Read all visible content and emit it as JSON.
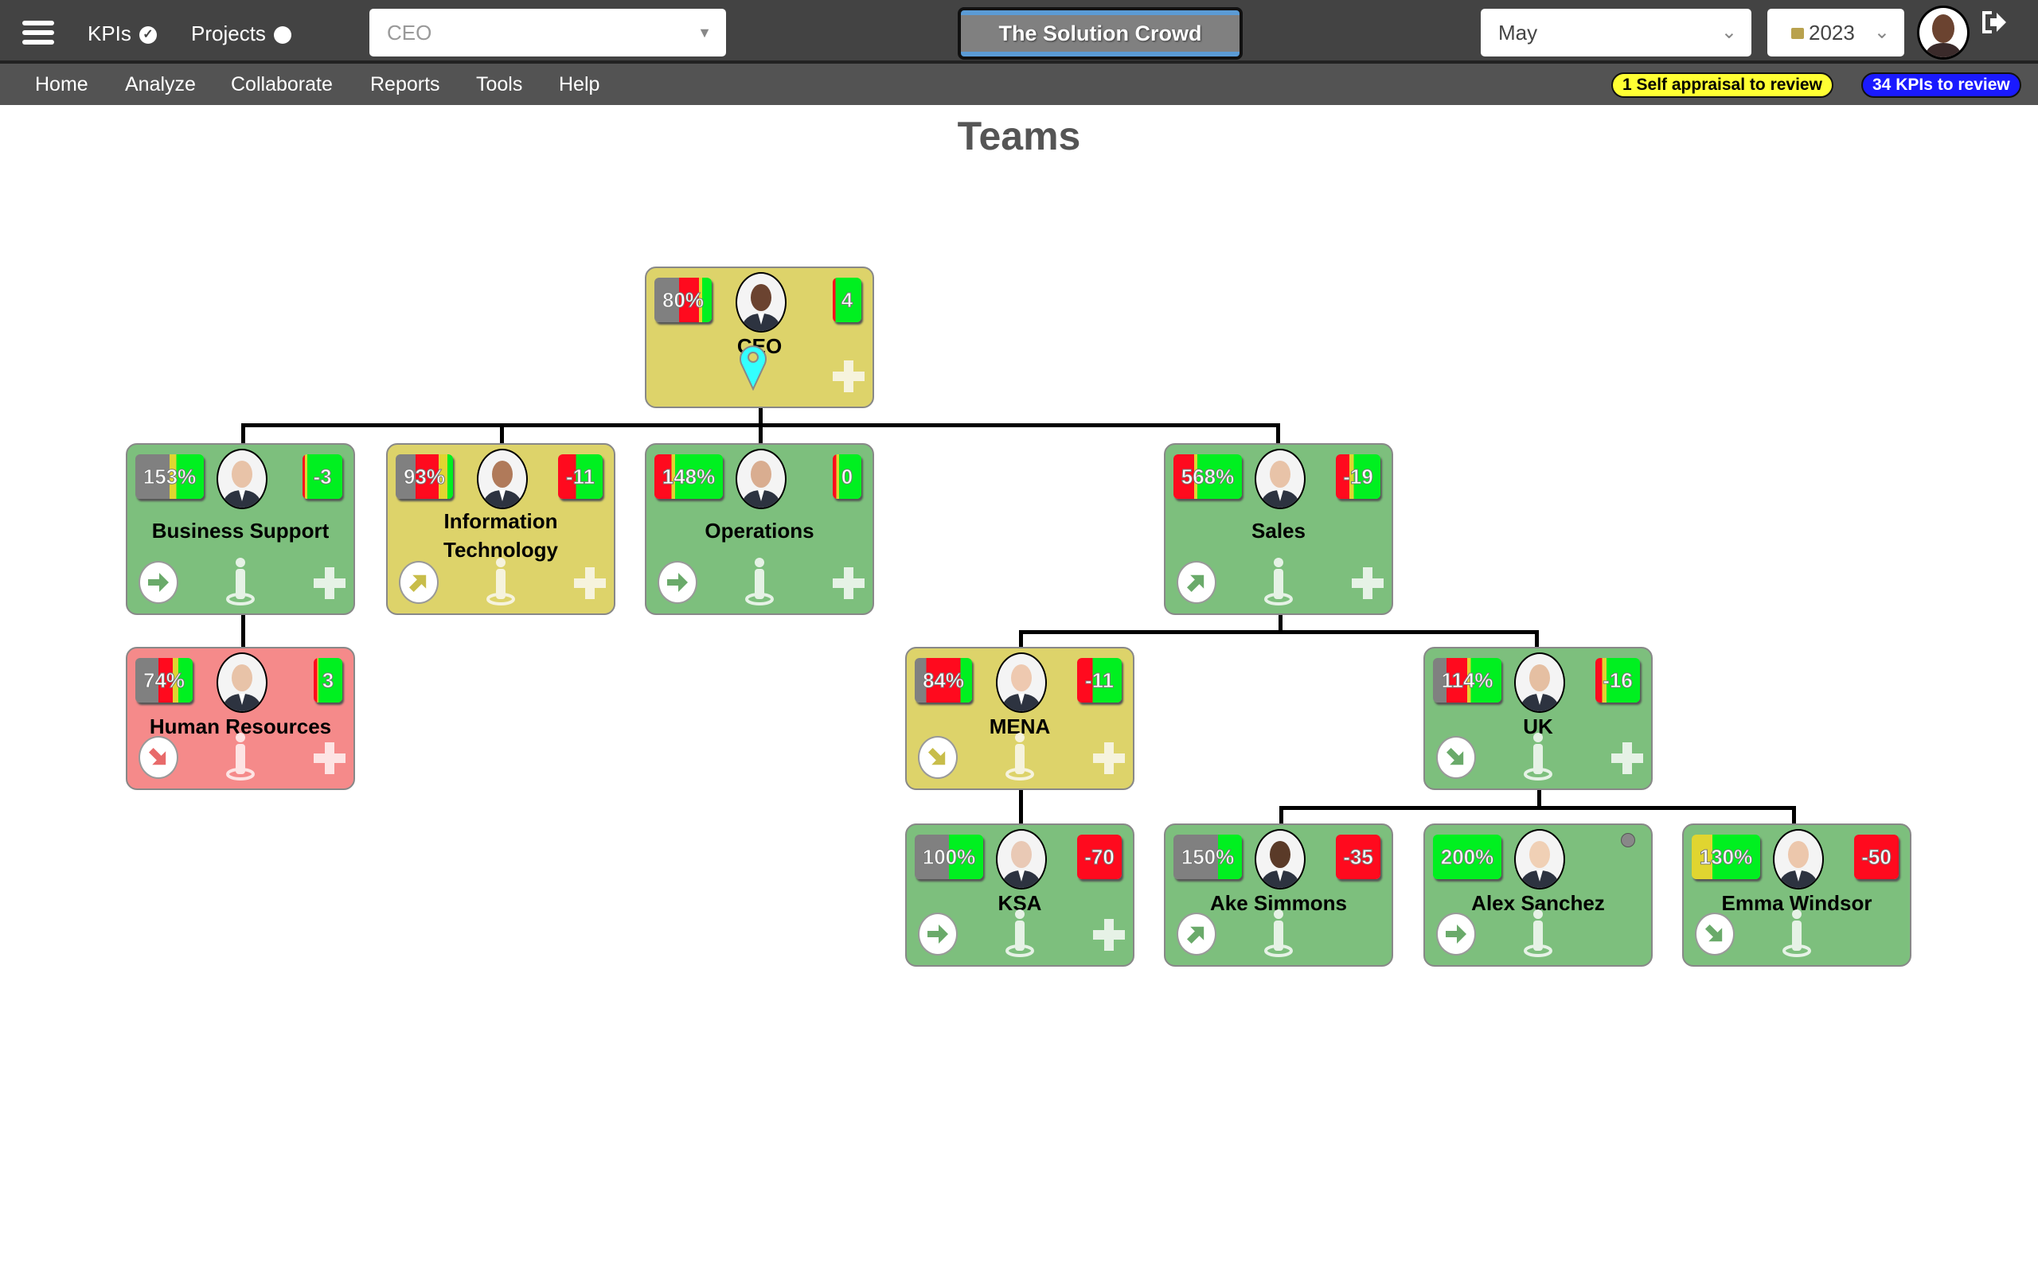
{
  "topbar": {
    "kpis_label": "KPIs",
    "projects_label": "Projects",
    "position_select": "CEO",
    "brand": "The Solution Crowd",
    "month_select": "May",
    "year_select": "2023",
    "icons": [
      "hamburger-menu-icon",
      "check-circle-icon",
      "circle-icon",
      "lock-icon",
      "user-avatar",
      "logout-icon"
    ]
  },
  "nav": {
    "items": [
      "Home",
      "Analyze",
      "Collaborate",
      "Reports",
      "Tools",
      "Help"
    ]
  },
  "alerts": {
    "self_appraisal": "1 Self appraisal to review",
    "kpis_review": "34 KPIs to review",
    "self_appraisal_color": "#ffff33",
    "kpis_review_color": "#1a1aff"
  },
  "page_title": "Teams",
  "colors": {
    "green": "#7dbf7d",
    "yellow": "#ddd36a",
    "red": "#f58a8a",
    "seg_gray": "#808080",
    "seg_red": "#ff0a1e",
    "seg_yellow": "#e0d530",
    "seg_green": "#00f020"
  },
  "nodes": [
    {
      "id": "ceo",
      "name": "CEO",
      "status": "yellow",
      "score": "80%",
      "score_segments": [
        [
          "gray",
          0.43
        ],
        [
          "red",
          0.35
        ],
        [
          "yellow",
          0.05
        ],
        [
          "green",
          0.17
        ]
      ],
      "count": "4",
      "count_segments": [
        [
          "red",
          0.1
        ],
        [
          "green",
          0.9
        ]
      ],
      "trend": "location-pin",
      "skin": "#6b4330",
      "add": true
    },
    {
      "id": "bs",
      "name": "Business Support",
      "status": "green",
      "score": "153%",
      "score_segments": [
        [
          "gray",
          0.5
        ],
        [
          "yellow",
          0.1
        ],
        [
          "green",
          0.4
        ]
      ],
      "count": "-3",
      "count_segments": [
        [
          "red",
          0.06
        ],
        [
          "yellow",
          0.06
        ],
        [
          "green",
          0.88
        ]
      ],
      "trend": "right",
      "skin": "#e8c3a8",
      "add": true
    },
    {
      "id": "it",
      "name": "Information Technology",
      "status": "yellow",
      "score": "93%",
      "score_segments": [
        [
          "gray",
          0.35
        ],
        [
          "red",
          0.4
        ],
        [
          "yellow",
          0.15
        ],
        [
          "green",
          0.1
        ]
      ],
      "count": "-11",
      "count_segments": [
        [
          "red",
          0.4
        ],
        [
          "green",
          0.6
        ]
      ],
      "trend": "up-right",
      "skin": "#b07a5a",
      "add": true
    },
    {
      "id": "ops",
      "name": "Operations",
      "status": "green",
      "score": "148%",
      "score_segments": [
        [
          "red",
          0.25
        ],
        [
          "yellow",
          0.05
        ],
        [
          "green",
          0.7
        ]
      ],
      "count": "0",
      "count_segments": [
        [
          "red",
          0.12
        ],
        [
          "yellow",
          0.1
        ],
        [
          "green",
          0.78
        ]
      ],
      "trend": "right",
      "skin": "#d9ad90",
      "add": true
    },
    {
      "id": "sales",
      "name": "Sales",
      "status": "green",
      "score": "568%",
      "score_segments": [
        [
          "red",
          0.3
        ],
        [
          "yellow",
          0.05
        ],
        [
          "green",
          0.65
        ]
      ],
      "count": "-19",
      "count_segments": [
        [
          "red",
          0.3
        ],
        [
          "yellow",
          0.1
        ],
        [
          "green",
          0.6
        ]
      ],
      "trend": "up-right",
      "skin": "#e8c3a8",
      "add": true
    },
    {
      "id": "hr",
      "name": "Human Resources",
      "status": "red",
      "score": "74%",
      "score_segments": [
        [
          "gray",
          0.4
        ],
        [
          "red",
          0.25
        ],
        [
          "yellow",
          0.1
        ],
        [
          "green",
          0.25
        ]
      ],
      "count": "3",
      "count_segments": [
        [
          "red",
          0.12
        ],
        [
          "yellow",
          0.05
        ],
        [
          "green",
          0.83
        ]
      ],
      "trend": "down-right",
      "skin": "#e8c3a8",
      "add": true
    },
    {
      "id": "mena",
      "name": "MENA",
      "status": "yellow",
      "score": "84%",
      "score_segments": [
        [
          "gray",
          0.2
        ],
        [
          "red",
          0.6
        ],
        [
          "green",
          0.2
        ]
      ],
      "count": "-11",
      "count_segments": [
        [
          "red",
          0.35
        ],
        [
          "green",
          0.65
        ]
      ],
      "trend": "down-right",
      "skin": "#eec9b0",
      "add": true
    },
    {
      "id": "uk",
      "name": "UK",
      "status": "green",
      "score": "114%",
      "score_segments": [
        [
          "gray",
          0.2
        ],
        [
          "red",
          0.3
        ],
        [
          "yellow",
          0.05
        ],
        [
          "green",
          0.45
        ]
      ],
      "count": "-16",
      "count_segments": [
        [
          "red",
          0.15
        ],
        [
          "yellow",
          0.1
        ],
        [
          "green",
          0.75
        ]
      ],
      "trend": "down-right",
      "skin": "#e5bfa2",
      "add": true
    },
    {
      "id": "ksa",
      "name": "KSA",
      "status": "green",
      "score": "100%",
      "score_segments": [
        [
          "gray",
          0.5
        ],
        [
          "green",
          0.5
        ]
      ],
      "count": "-70",
      "count_segments": [
        [
          "red",
          1
        ]
      ],
      "trend": "right",
      "skin": "#e9c9b5",
      "add": true
    },
    {
      "id": "ake",
      "name": "Ake Simmons",
      "status": "green",
      "score": "150%",
      "score_segments": [
        [
          "gray",
          0.65
        ],
        [
          "green",
          0.35
        ]
      ],
      "count": "-35",
      "count_segments": [
        [
          "red",
          1
        ]
      ],
      "trend": "up-right",
      "skin": "#5a3a28",
      "add": false
    },
    {
      "id": "alex",
      "name": "Alex Sanchez",
      "status": "green",
      "score": "200%",
      "score_segments": [
        [
          "green",
          1
        ]
      ],
      "count": null,
      "count_segments": null,
      "trend": "right",
      "skin": "#f0d0b5",
      "add": false,
      "indicator_dot": true
    },
    {
      "id": "emma",
      "name": "Emma Windsor",
      "status": "green",
      "score": "130%",
      "score_segments": [
        [
          "yellow",
          0.3
        ],
        [
          "green",
          0.7
        ]
      ],
      "count": "-50",
      "count_segments": [
        [
          "red",
          1
        ]
      ],
      "trend": "down-right",
      "skin": "#ecc7ac",
      "add": false
    }
  ]
}
